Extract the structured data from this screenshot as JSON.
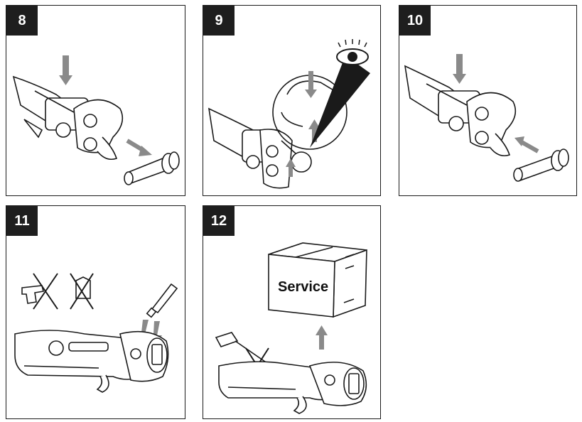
{
  "panels": [
    {
      "number": "8"
    },
    {
      "number": "9"
    },
    {
      "number": "10"
    },
    {
      "number": "11"
    },
    {
      "number": "12"
    }
  ],
  "box_label": "Service",
  "icons": [
    "press-tool-icon",
    "down-arrow-icon",
    "pipe-fitting-icon",
    "eye-icon",
    "magnifier-icon",
    "crossed-out-icon",
    "lubricant-tube-icon",
    "screwdriver-icon",
    "service-box-icon"
  ],
  "colors": {
    "badge": "#1e1e1e",
    "arrow": "#8a8a8a",
    "line": "#1a1a1a"
  }
}
